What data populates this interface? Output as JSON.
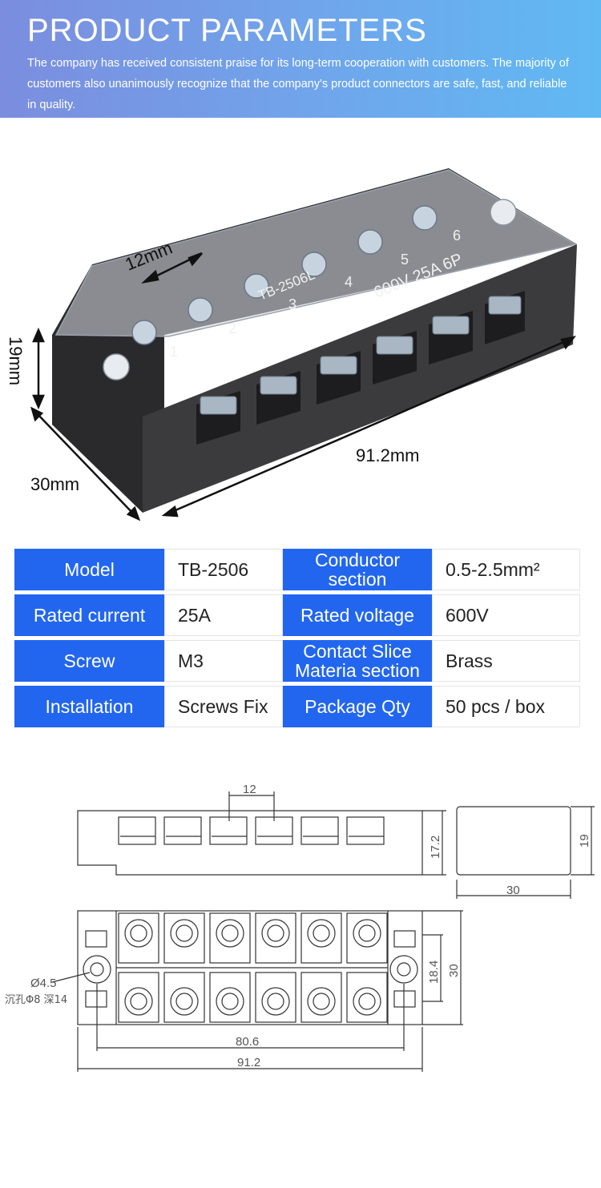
{
  "banner": {
    "title": "PRODUCT PARAMETERS",
    "description": "The company has received consistent praise for its long-term cooperation with customers. The majority of customers also unanimously recognize that the company's product connectors are safe, fast, and reliable in quality."
  },
  "photo": {
    "dim_width": "12mm",
    "dim_height": "19mm",
    "dim_depth": "30mm",
    "dim_length": "91.2mm",
    "cover_text_rating": "600V 25A 6P",
    "cover_text_model": "TB-2506L",
    "terminal_numbers": [
      "1",
      "2",
      "3",
      "4",
      "5",
      "6"
    ]
  },
  "specs": [
    {
      "label1": "Model",
      "value1": "TB-2506",
      "label2": "Conductor section",
      "value2": "0.5-2.5mm²"
    },
    {
      "label1": "Rated current",
      "value1": "25A",
      "label2": "Rated voltage",
      "value2": "600V"
    },
    {
      "label1": "Screw",
      "value1": "M3",
      "label2": "Contact Slice Materia section",
      "value2": "Brass"
    },
    {
      "label1": "Installation",
      "value1": "Screws Fix",
      "label2": "Package Qty",
      "value2": "50 pcs / box"
    }
  ],
  "drawing": {
    "pitch": "12",
    "height_inner": "17.2",
    "height_total": "19",
    "depth": "30",
    "hole_spacing_v": "18.4",
    "depth_total": "30",
    "hole_dia": "Ø4.5",
    "countersink": "沉孔Φ8 深14",
    "hole_spacing_h": "80.6",
    "length": "91.2"
  },
  "colors": {
    "accent": "#2266f0",
    "banner_start": "#7b8dde",
    "banner_end": "#60b9f3",
    "body_dark": "#3a3a3c"
  }
}
